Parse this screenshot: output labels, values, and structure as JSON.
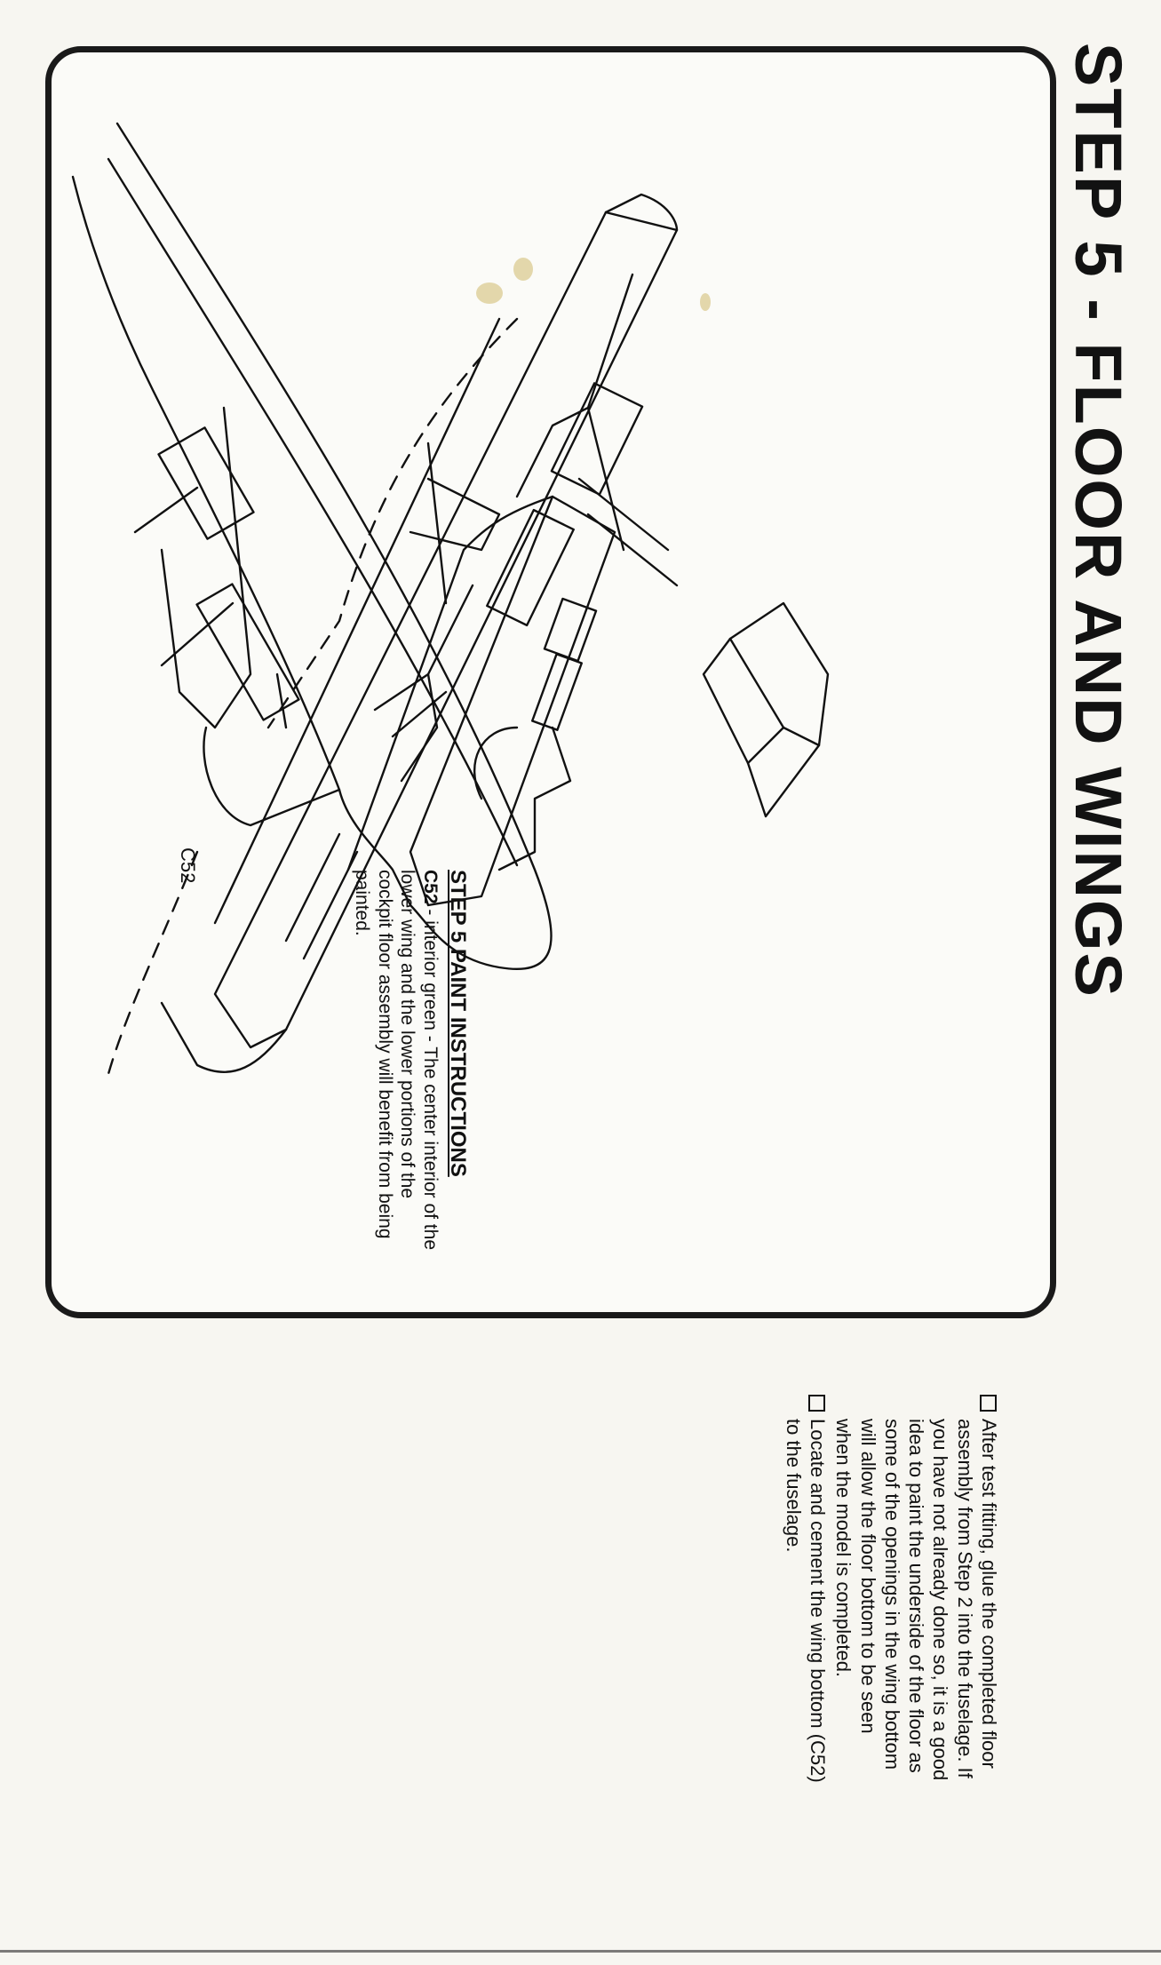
{
  "title": "STEP 5 - FLOOR AND WINGS",
  "paint_instructions": {
    "heading": "STEP 5 PAINT INSTRUCTIONS",
    "part": "C52",
    "lines": [
      " - interior green - The center interior of the",
      "lower wing and the lower portions of the",
      "cockpit floor assembly will benefit from being",
      "painted."
    ]
  },
  "part_label": "C52",
  "steps": [
    {
      "lines": [
        "After test fitting, glue the completed floor",
        "assembly from Step 2 into the fuselage.  If",
        "you have not already done so, it is a good",
        "idea to paint the underside of the floor as",
        "some of the openings in the wing bottom",
        "will allow the floor bottom to be seen",
        "when the model is completed."
      ]
    },
    {
      "lines": [
        "Locate and cement the wing bottom (C52)",
        "to the fuselage."
      ]
    }
  ]
}
